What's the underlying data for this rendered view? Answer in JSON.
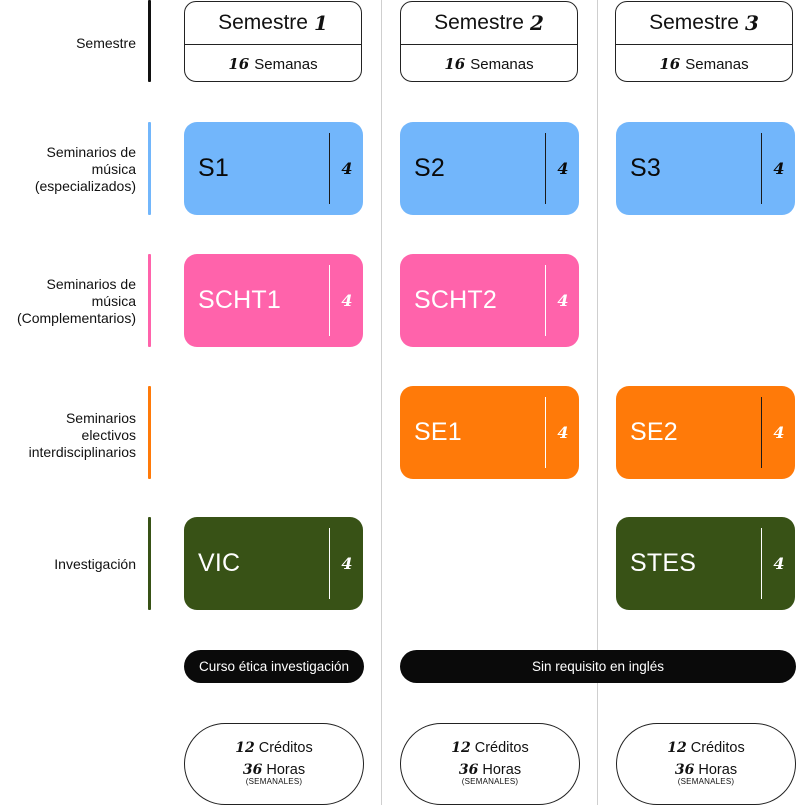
{
  "colors": {
    "blue": "#72b6fb",
    "pink": "#ff63ab",
    "orange": "#ff7a09",
    "green": "#385216",
    "dark": "#0a0a0a"
  },
  "rows": {
    "semestre": "Semestre",
    "especializados": [
      "Seminarios de",
      "música",
      "(especializados)"
    ],
    "complementarios": [
      "Seminarios de",
      "música",
      "(Complementarios)"
    ],
    "electivos": [
      "Seminarios",
      "electivos",
      "interdisciplinarios"
    ],
    "investigacion": "Investigación"
  },
  "semesters": [
    {
      "label": "Semestre",
      "num": "1",
      "weeks_num": "16",
      "weeks_label": "Semanas"
    },
    {
      "label": "Semestre",
      "num": "2",
      "weeks_num": "16",
      "weeks_label": "Semanas"
    },
    {
      "label": "Semestre",
      "num": "3",
      "weeks_num": "16",
      "weeks_label": "Semanas"
    }
  ],
  "cards": {
    "s1": {
      "code": "S1",
      "credits": "4"
    },
    "s2": {
      "code": "S2",
      "credits": "4"
    },
    "s3": {
      "code": "S3",
      "credits": "4"
    },
    "scht1": {
      "code": "SCHT1",
      "credits": "4"
    },
    "scht2": {
      "code": "SCHT2",
      "credits": "4"
    },
    "se1": {
      "code": "SE1",
      "credits": "4"
    },
    "se2": {
      "code": "SE2",
      "credits": "4"
    },
    "vic": {
      "code": "VIC",
      "credits": "4"
    },
    "stes": {
      "code": "STES",
      "credits": "4"
    }
  },
  "pills": {
    "ethics": "Curso ética investigación",
    "english": "Sin requisito en inglés"
  },
  "totals": [
    {
      "credits_num": "12",
      "credits_label": "Créditos",
      "hours_num": "36",
      "hours_label": "Horas",
      "hours_sub": "(SEMANALES)"
    },
    {
      "credits_num": "12",
      "credits_label": "Créditos",
      "hours_num": "36",
      "hours_label": "Horas",
      "hours_sub": "(SEMANALES)"
    },
    {
      "credits_num": "12",
      "credits_label": "Créditos",
      "hours_num": "36",
      "hours_label": "Horas",
      "hours_sub": "(SEMANALES)"
    }
  ]
}
